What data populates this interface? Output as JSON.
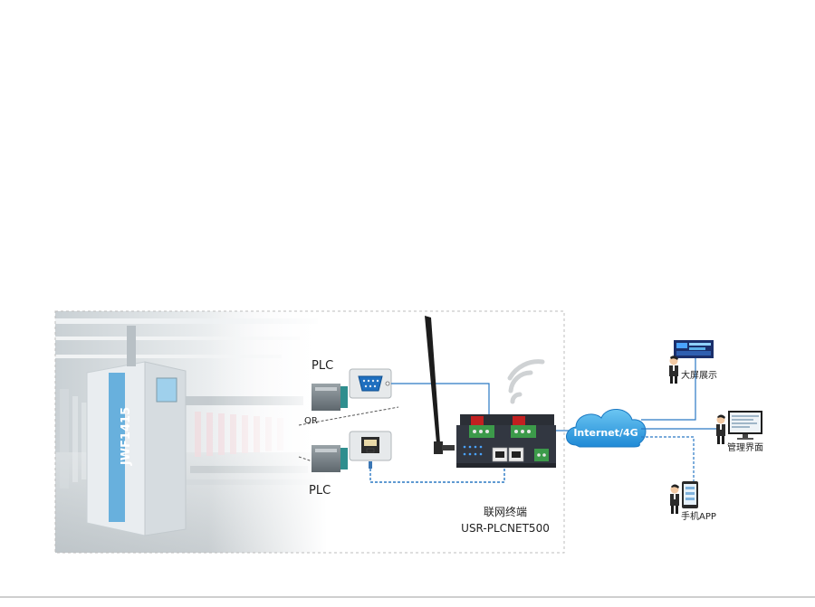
{
  "machine": {
    "model_text": "JWF1415"
  },
  "plc_top": {
    "label": "PLC",
    "port": "serial-db9"
  },
  "or_text": "OR",
  "plc_bottom": {
    "label": "PLC",
    "port": "rj45-ethernet"
  },
  "gateway": {
    "name_cn": "联网终端",
    "model": "USR-PLCNET500"
  },
  "cloud": {
    "label": "Internet/4G"
  },
  "clients": {
    "big_screen": "大屏展示",
    "management": "管理界面",
    "mobile_app": "手机APP"
  },
  "colors": {
    "link_blue": "#2a79c4",
    "cloud_blue": "#2e9de0",
    "dashed_border": "#bdbdbd"
  }
}
